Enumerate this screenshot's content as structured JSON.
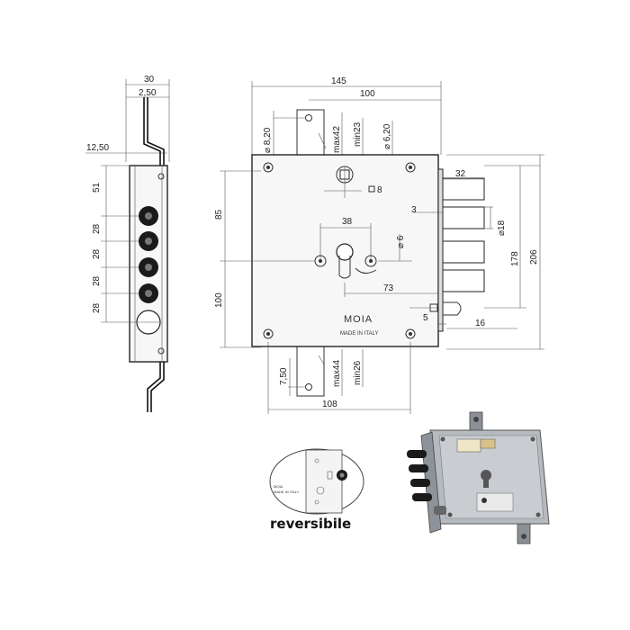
{
  "side_view": {
    "dim_30": "30",
    "dim_2_50": "2,50",
    "dim_12_50": "12,50",
    "dim_51": "51",
    "dim_28": [
      "28",
      "28",
      "28",
      "28"
    ]
  },
  "front_view": {
    "dim_145": "145",
    "dim_100_top": "100",
    "dim_8_20": "⌀ 8,20",
    "dim_max42": "max42",
    "dim_min23": "min23",
    "dim_6_20": "⌀ 6,20",
    "dim_8": "8",
    "dim_32": "32",
    "dim_3": "3",
    "dim_18": "⌀18",
    "dim_85": "85",
    "dim_38": "38",
    "dim_6": "⌀ 6",
    "dim_178": "178",
    "dim_206": "206",
    "dim_73": "73",
    "dim_100_left": "100",
    "dim_5": "5",
    "dim_16": "16",
    "brand": "MOIA",
    "made_in": "MADE IN ITALY",
    "dim_7_50": "7,50",
    "dim_max44": "max44",
    "dim_min26": "min26",
    "dim_108": "108"
  },
  "inset": {
    "brand": "MOIA",
    "made_in": "MADE IN ITALY",
    "label": "reversibile"
  },
  "colors": {
    "line": "#333333",
    "plate": "#f2f2f2",
    "bolt": "#1a1a1a",
    "steel": "#9aa0a6"
  }
}
